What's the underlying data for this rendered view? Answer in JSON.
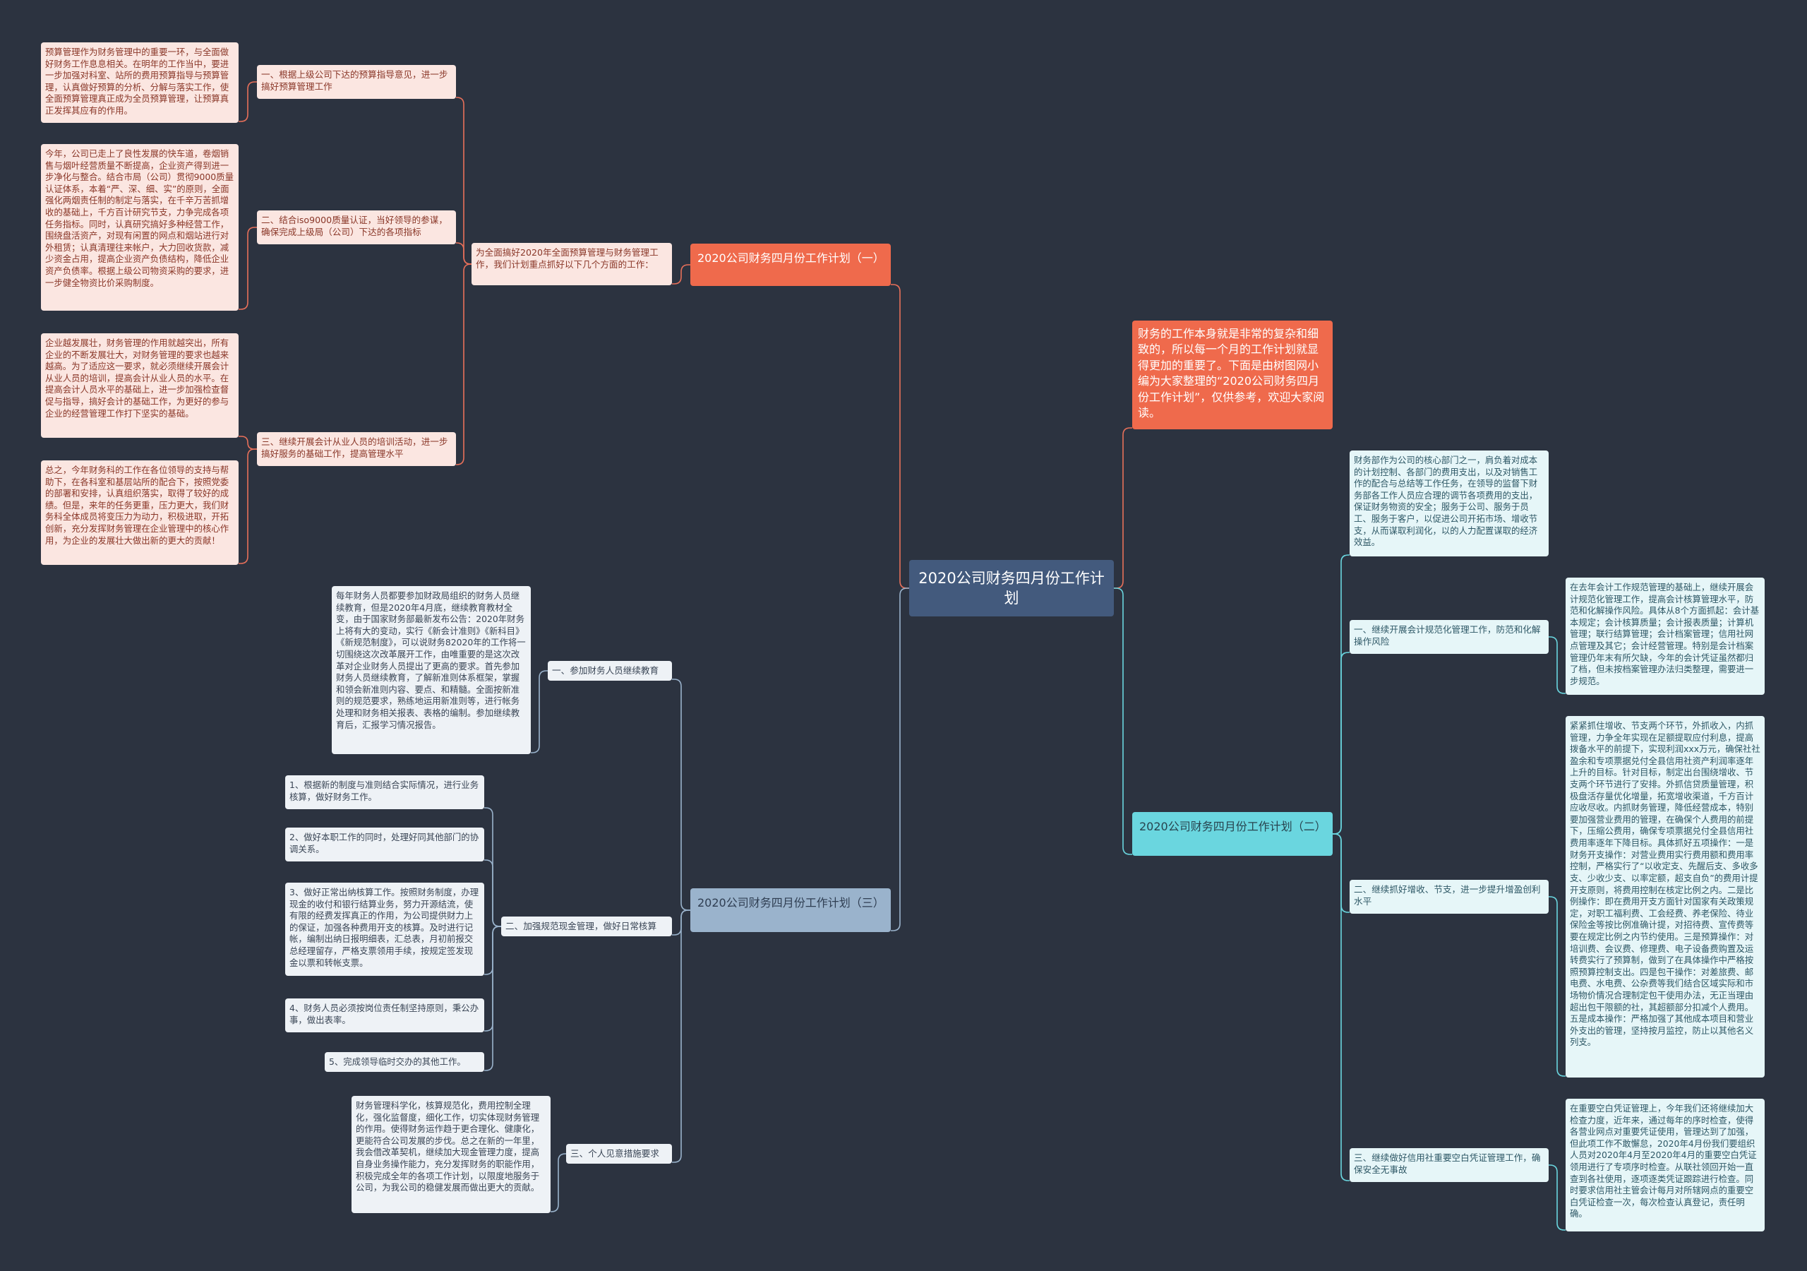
{
  "root": "2020公司财务四月份工作计划",
  "intro": "财务的工作本身就是非常的复杂和细致的，所以每一个月的工作计划就显得更加的重要了。下面是由树图网小编为大家整理的“2020公司财务四月份工作计划”，仅供参考，欢迎大家阅读。",
  "branch1": {
    "title": "2020公司财务四月份工作计划（一）",
    "sub": "为全面搞好2020年全面预算管理与财务管理工作，我们计划重点抓好以下几个方面的工作：",
    "items": [
      {
        "label": "一、根据上级公司下达的预算指导意见，进一步搞好预算管理工作",
        "detail": "预算管理作为财务管理中的重要一环，与全面做好财务工作息息相关。在明年的工作当中，要进一步加强对科室、站所的费用预算指导与预算管理，认真做好预算的分析、分解与落实工作，使全面预算管理真正成为全员预算管理，让预算真正发挥其应有的作用。"
      },
      {
        "label": "二、结合iso9000质量认证，当好领导的参谋，确保完成上级局（公司）下达的各项指标",
        "detail": "今年，公司已走上了良性发展的快车道，卷烟销售与烟叶经营质量不断提高，企业资产得到进一步净化与整合。结合市局（公司）贯彻9000质量认证体系，本着“严、深、细、实”的原则，全面强化两烟责任制的制定与落实，在千辛万苦抓增收的基础上，千方百计研究节支，力争完成各项任务指标。同时，认真研究搞好多种经营工作，围绕盘活资产，对现有闲置的网点和烟站进行对外租赁；认真清理往来帐户，大力回收货款，减少资金占用，提高企业资产负债结构，降低企业资产负债率。根据上级公司物资采购的要求，进一步健全物资比价采购制度。"
      },
      {
        "label": "三、继续开展会计从业人员的培训活动，进一步搞好服务的基础工作，提高管理水平",
        "details": [
          "企业越发展壮，财务管理的作用就越突出，所有企业的不断发展壮大，对财务管理的要求也越来越高。为了适应这一要求，就必须继续开展会计从业人员的培训，提高会计从业人员的水平。在提高会计人员水平的基础上，进一步加强检查督促与指导，搞好会计的基础工作，为更好的参与企业的经营管理工作打下坚实的基础。",
          "总之，今年财务科的工作在各位领导的支持与帮助下，在各科室和基层站所的配合下，按照党委的部署和安排，认真组织落实，取得了较好的成绩。但是，来年的任务更重，压力更大，我们财务科全体成员将变压力为动力，积极进取，开拓创新，充分发挥财务管理在企业管理中的核心作用，为企业的发展壮大做出新的更大的贡献！"
        ]
      }
    ]
  },
  "branch2": {
    "title": "2020公司财务四月份工作计划（二）",
    "items": [
      {
        "label": "",
        "detail": "财务部作为公司的核心部门之一，肩负着对成本的计划控制、各部门的费用支出，以及对销售工作的配合与总结等工作任务，在领导的监督下财务部各工作人员应合理的调节各项费用的支出，保证财务物资的安全；服务于公司、服务于员工、服务于客户，以促进公司开拓市场、增收节支，从而谋取利润化，以的人力配置谋取的经济效益。"
      },
      {
        "label": "一、继续开展会计规范化管理工作，防范和化解操作风险",
        "detail": "在去年会计工作规范管理的基础上，继续开展会计规范化管理工作，提高会计核算管理水平，防范和化解操作风险。具体从8个方面抓起：会计基本规定；会计核算质量；会计报表质量；计算机管理；联行结算管理；会计档案管理；信用社网点管理及其它；会计经营管理。特别是会计档案管理仍年末有所欠缺，今年的会计凭证虽然都归了档，但未按档案管理办法归类整理，需要进一步规范。"
      },
      {
        "label": "二、继续抓好增收、节支，进一步提升增盈创利水平",
        "detail": "紧紧抓住增收、节支两个环节，外抓收入，内抓管理，力争全年实现在足额提取应付利息，提高拨备水平的前提下，实现利润xxx万元，确保社社盈余和专项票据兑付全县信用社资产利润率逐年上升的目标。针对目标，制定出台围绕增收、节支两个环节进行了安排。外抓信贷质量管理，积极盘活存量优化增量，拓宽增收渠道，千方百计应收尽收。内抓财务管理，降低经营成本，特别要加强营业费用的管理，在确保个人费用的前提下，压缩公费用，确保专项票据兑付全县信用社费用率逐年下降目标。具体抓好五项操作：一是财务开支操作：对营业费用实行费用额和费用率控制，严格实行了“以收定支、先醒后支、多收多支、少收少支、以率定额，超支自负”的费用计提开支原则，将费用控制在核定比例之内。二是比例操作：即在费用开支方面针对国家有关政策规定，对职工福利费、工会经费、养老保险、待业保险金等按比例准确计提，对招待费、宣传费等要在规定比例之内节约使用。三是预算操作：对培训费、会议费、修理费、电子设备费购置及运转费实行了预算制，做到了在具体操作中严格按照预算控制支出。四是包干操作：对差旅费、邮电费、水电费、公杂费等我们结合区域实际和市场物价情况合理制定包干使用办法，无正当理由超出包干限额的社，其超额部分扣减个人费用。五是成本操作：严格加强了其他成本项目和营业外支出的管理，坚持按月监控，防止以其他名义列支。"
      },
      {
        "label": "三、继续做好信用社重要空白凭证管理工作，确保安全无事故",
        "detail": "在重要空白凭证管理上，今年我们还将继续加大检查力度，近年来，通过每年的序时检查，使得各营业网点对重要凭证使用，管理达到了加强，但此项工作不敢懈怠，2020年4月份我们要组织人员对2020年4月至2020年4月的重要空白凭证领用进行了专项序时检查。从联社领回开始一直查到各社使用，逐项逐类凭证跟踪进行检查。同时要求信用社主管会计每月对所辖网点的重要空白凭证检查一次，每次检查认真登记，责任明确。"
      }
    ]
  },
  "branch3": {
    "title": "2020公司财务四月份工作计划（三）",
    "items": [
      {
        "label": "一、参加财务人员继续教育",
        "detail": "每年财务人员都要参加财政局组织的财务人员继续教育，但是2020年4月底，继续教育教材全变，由于国家财务部最新发布公告：2020年财务上将有大的变动，实行《新会计准则》《新科目》《新规范制度》，可以说财务82020年的工作将一切围绕这次改革展开工作，由唯重要的是这次改革对企业财务人员提出了更高的要求。首先参加财务人员继续教育，了解新准则体系框架，掌握和领会新准则内容、要点、和精髓。全面按新准则的规范要求，熟练地运用新准则等，进行帐务处理和财务相关报表、表格的编制。参加继续教育后，汇报学习情况报告。"
      },
      {
        "label": "二、加强规范现金管理，做好日常核算",
        "details": [
          "1、根据新的制度与准则结合实际情况，进行业务核算，做好财务工作。",
          "2、做好本职工作的同时，处理好同其他部门的协调关系。",
          "3、做好正常出纳核算工作。按照财务制度，办理现金的收付和银行结算业务，努力开源结流，使有限的经费发挥真正的作用，为公司提供财力上的保证，加强各种费用开支的核算。及时进行记帐，编制出纳日报明细表，汇总表，月初前报交总经理留存，严格支票领用手续，按规定签发现金以票和转帐支票。",
          "4、财务人员必须按岗位责任制坚持原则，秉公办事，做出表率。",
          "5、完成领导临时交办的其他工作。"
        ]
      },
      {
        "label": "三、个人见意措施要求",
        "detail": "财务管理科学化，核算规范化，费用控制全理化，强化监督度，细化工作，切实体现财务管理的作用。使得财务运作趋于更合理化、健康化，更能符合公司发展的步伐。总之在新的一年里，我会借改革契机，继续加大现金管理力度，提高自身业务操作能力，充分发挥财务的职能作用，积极完成全年的各项工作计划，以限度地服务于公司，为我公司的稳健发展而做出更大的贡献。"
      }
    ]
  },
  "colors": {
    "background": "#2c3340",
    "root": "#435a7d",
    "branch1": "#ef6a4c",
    "branch2": "#6ad6df",
    "branch3": "#9ab3cc",
    "line1": "#e8705a",
    "line2": "#6ad6df",
    "line3": "#9ab3cc"
  }
}
